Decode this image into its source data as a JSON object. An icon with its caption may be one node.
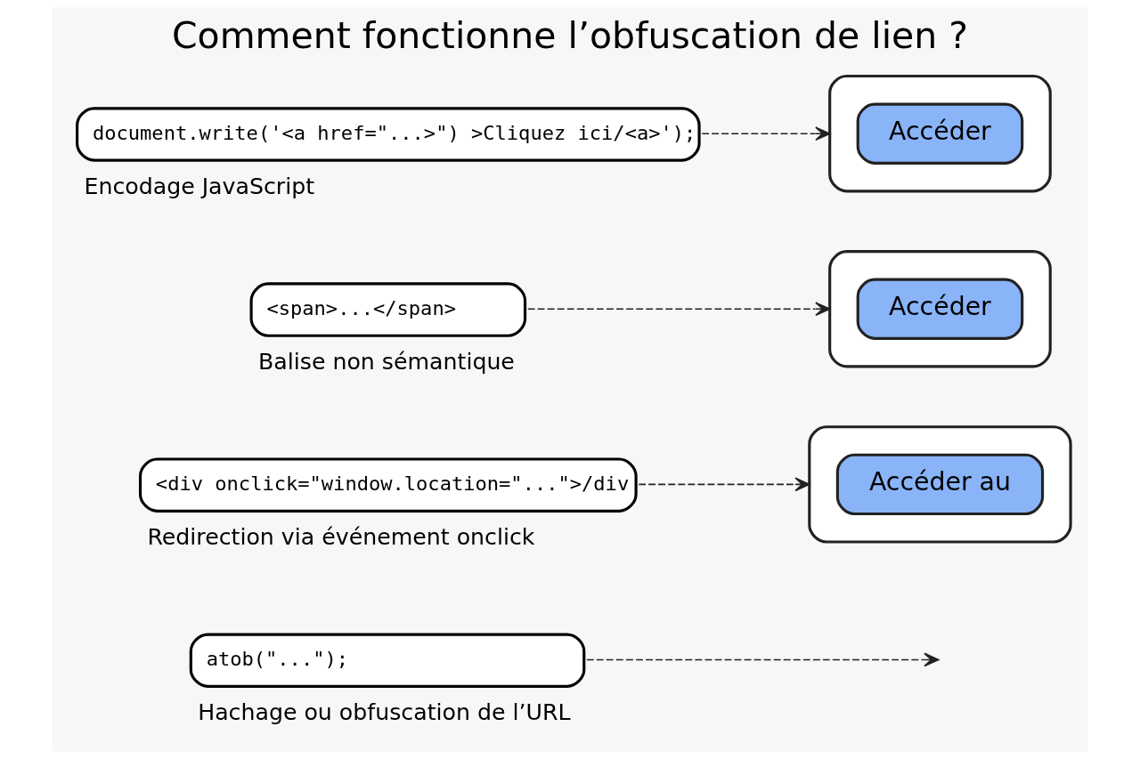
{
  "diagram": {
    "title": "Comment fonctionne l’obfuscation de lien ?",
    "nodes": [
      {
        "text": [
          "document.write('<a href=\"...>\") >Cliquez ici/<a>');"
        ],
        "beside": [
          "Encodage JavaScript"
        ]
      },
      {
        "text": [],
        "shape": "box"
      },
      {
        "text": [
          "Accéder"
        ],
        "in": 1
      },
      {
        "text": [
          "<span>...</span>"
        ],
        "beside": [
          "Balise non sémantique"
        ]
      },
      {
        "text": [],
        "shape": "box"
      },
      {
        "text": [
          "Accéder"
        ],
        "in": 4
      },
      {
        "text": [
          "<div onclick=\"window.location=\"...\">/div"
        ],
        "beside": [
          "Redirection via événement onclick"
        ]
      },
      {
        "text": [],
        "shape": "box"
      },
      {
        "text": [
          "Accéder au"
        ],
        "in": 7
      },
      {
        "text": [
          "atob(\"...\");"
        ],
        "beside": [
          "Hachage ou obfuscation de l’URL"
        ]
      }
    ],
    "edges": [
      {
        "from": 0,
        "to": 1,
        "arrow": "to",
        "style": "dashed"
      },
      {
        "from": 3,
        "to": 4,
        "arrow": "to",
        "style": "dashed"
      },
      {
        "from": 6,
        "to": 7,
        "arrow": "to",
        "style": "dashed"
      },
      {
        "from": 9,
        "to": null,
        "arrow": "to",
        "style": "dashed"
      }
    ]
  }
}
